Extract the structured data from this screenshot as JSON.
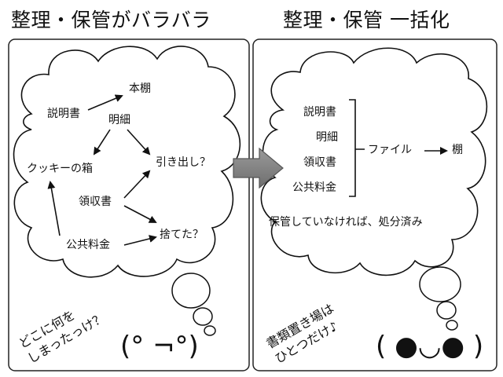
{
  "titles": {
    "left": "整理・保管がバラバラ",
    "right": "整理・保管 一括化"
  },
  "left_panel": {
    "nodes": {
      "setsumeisho": "説明書",
      "honcana": "本棚",
      "meisai": "明細",
      "cookie_box": "クッキーの箱",
      "hikidashi": "引き出し？",
      "ryoshusho": "領収書",
      "sute": "捨てた？",
      "kokyo": "公共料金"
    },
    "speech": [
      "どこに何を",
      "しまったっけ？"
    ],
    "face": "(° ¬°)"
  },
  "right_panel": {
    "items": [
      "説明書",
      "明細",
      "領収書",
      "公共料金"
    ],
    "file_label": "ファイル",
    "shelf_label": "棚",
    "note": "保管していなければ、処分済み",
    "speech": [
      "書類置き場は",
      "ひとつだけ♪"
    ],
    "face": "( ●◡● )"
  }
}
